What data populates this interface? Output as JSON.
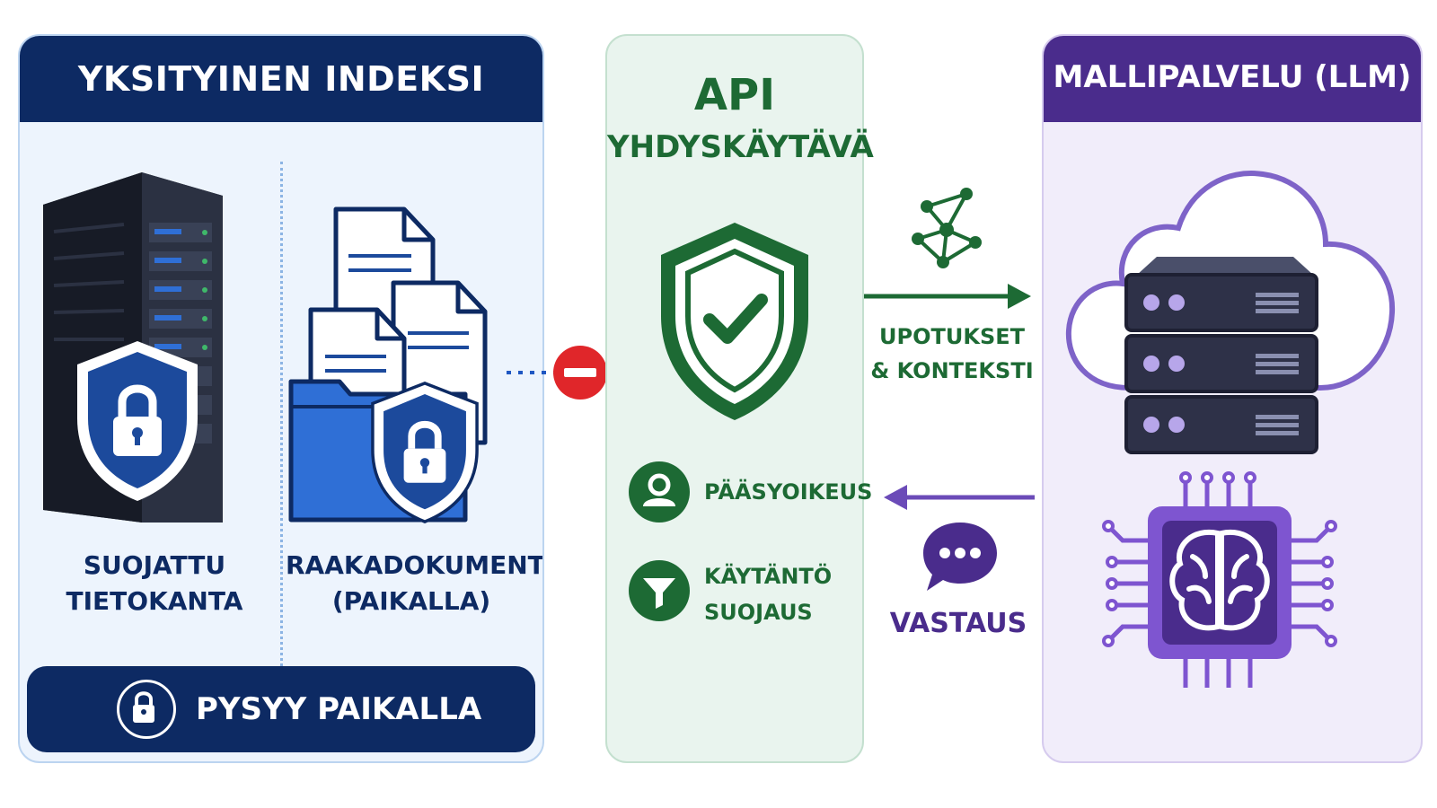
{
  "private_index": {
    "title": "YKSITYINEN INDEKSI",
    "database_label": [
      "SUOJATTU",
      "TIETOKANTA"
    ],
    "documents_label": [
      "RAAKADOKUMENTIT",
      "(PAIKALLA)"
    ],
    "stays_local": "PYSYY PAIKALLA"
  },
  "gateway": {
    "title_line1": "API",
    "title_line2": "YHDYSKÄYTÄVÄ",
    "access_label": "PÄÄSYOIKEUS",
    "policy_label": [
      "KÄYTÄNTÖ",
      "SUOJAUS"
    ]
  },
  "flow": {
    "embeddings_label": [
      "UPOTUKSET",
      "& KONTEKSTI"
    ],
    "response_label": "VASTAUS"
  },
  "model_service": {
    "title": "MALLIPALVELU (LLM)"
  },
  "colors": {
    "navy": "#0d2a63",
    "green": "#1d6a34",
    "purple": "#4a2c8c",
    "blocked_red": "#e0262a",
    "dotted_blue": "#1f57c2"
  },
  "icons": [
    "server-rack-icon",
    "lock-shield-icon",
    "documents-folder-icon",
    "blocked-icon",
    "shield-check-icon",
    "user-icon",
    "filter-icon",
    "network-icon",
    "chat-bubble-icon",
    "cloud-icon",
    "server-stack-icon",
    "ai-chip-brain-icon",
    "padlock-icon"
  ]
}
